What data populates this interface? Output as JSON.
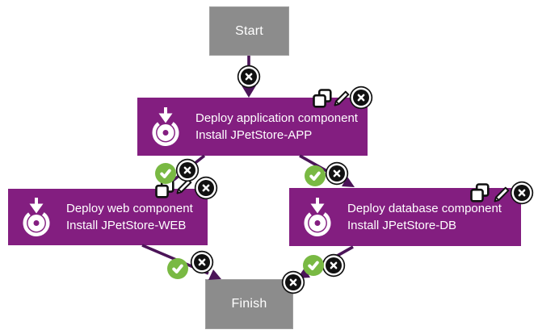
{
  "app_context": "deployment process designer canvas",
  "colors": {
    "activity_fill": "#831e80",
    "terminal_fill": "#8c8c8c",
    "connector": "#4b1458",
    "success_badge": "#79b943",
    "delete_badge": "#111111",
    "text": "#ffffff",
    "canvas_background": "#ffffff"
  },
  "nodes": {
    "start": {
      "label": "Start"
    },
    "finish": {
      "label": "Finish"
    },
    "app": {
      "title": "Deploy application component",
      "subtitle": "Install JPetStore-APP"
    },
    "web": {
      "title": "Deploy web component",
      "subtitle": "Install JPetStore-WEB"
    },
    "db": {
      "title": "Deploy database component",
      "subtitle": "Install JPetStore-DB"
    }
  },
  "node_actions": {
    "activity_boxes": [
      "copy",
      "edit",
      "delete"
    ],
    "finish_box": [
      "delete"
    ]
  },
  "edges": [
    {
      "from": "Start",
      "to": "Deploy application component",
      "badges": [
        "delete"
      ]
    },
    {
      "from": "Deploy application component",
      "to": "Deploy web component",
      "badges": [
        "success",
        "delete"
      ]
    },
    {
      "from": "Deploy application component",
      "to": "Deploy database component",
      "badges": [
        "success",
        "delete"
      ]
    },
    {
      "from": "Deploy web component",
      "to": "Finish",
      "badges": [
        "success",
        "delete"
      ]
    },
    {
      "from": "Deploy database component",
      "to": "Finish",
      "badges": [
        "delete",
        "success"
      ]
    }
  ],
  "icons": {
    "deploy": {
      "name": "deploy-target-icon",
      "shape": "bullseye with down arrow"
    },
    "copy": {
      "name": "copy-icon",
      "shape": "two overlapping squares"
    },
    "edit": {
      "name": "pencil-icon",
      "shape": "pencil"
    },
    "delete": {
      "name": "circled-x-icon",
      "glyph": "✕"
    },
    "success": {
      "name": "check-icon",
      "glyph": "✓"
    }
  }
}
